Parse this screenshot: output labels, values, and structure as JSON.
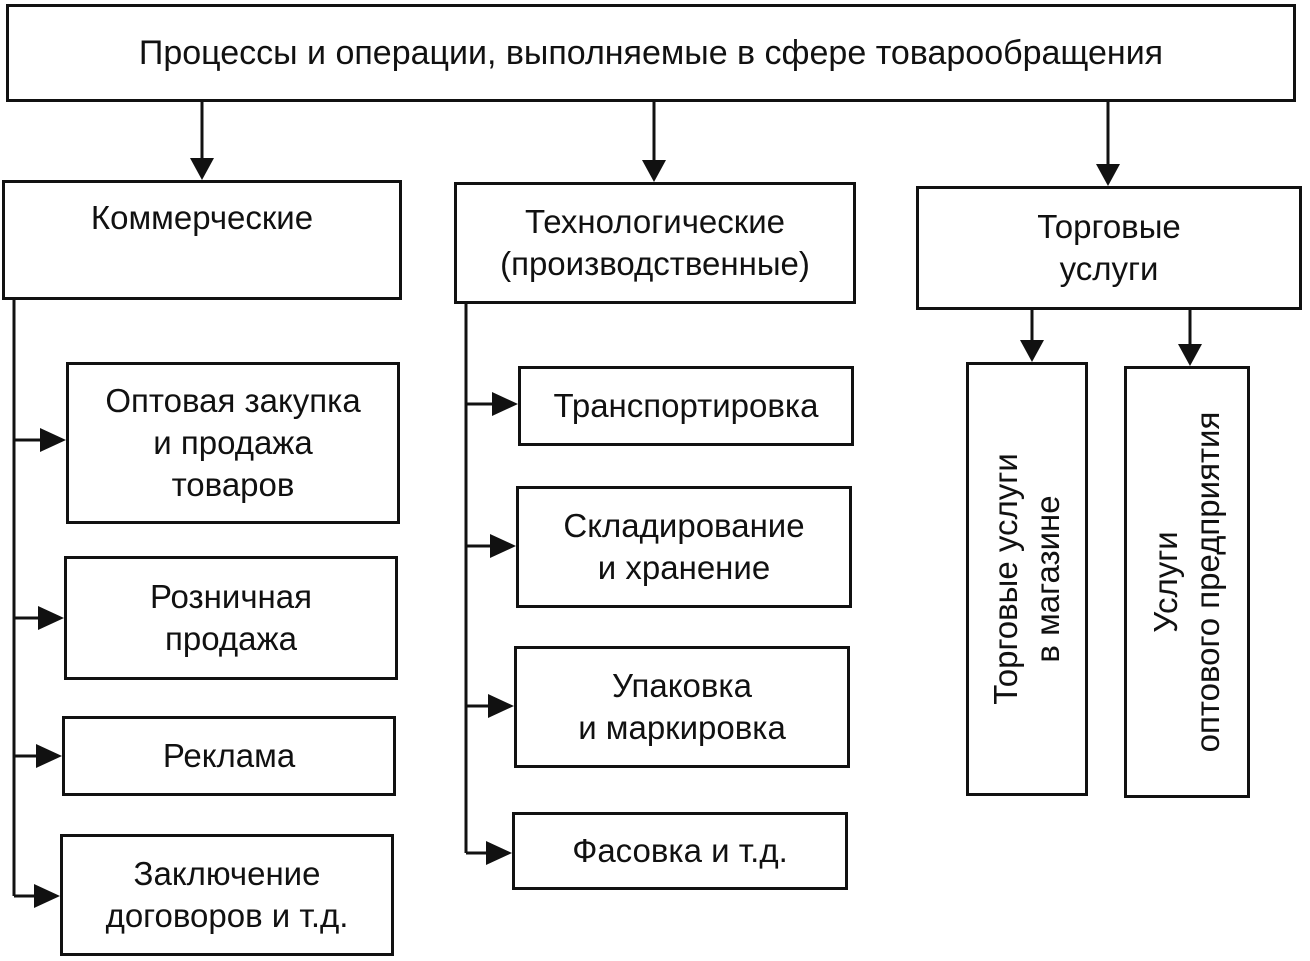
{
  "root": {
    "label": "Процессы и операции, выполняемые в сфере товарообращения"
  },
  "categories": [
    {
      "label_lines": [
        "Коммерческие"
      ]
    },
    {
      "label_lines": [
        "Технологические",
        "(производственные)"
      ]
    },
    {
      "label_lines": [
        "Торговые",
        "услуги"
      ]
    }
  ],
  "commercial_items": [
    {
      "lines": [
        "Оптовая закупка",
        "и продажа",
        "товаров"
      ]
    },
    {
      "lines": [
        "Розничная",
        "продажа"
      ]
    },
    {
      "lines": [
        "Реклама"
      ]
    },
    {
      "lines": [
        "Заключение",
        "договоров и т.д."
      ]
    }
  ],
  "technological_items": [
    {
      "lines": [
        "Транспортировка"
      ]
    },
    {
      "lines": [
        "Складирование",
        "и хранение"
      ]
    },
    {
      "lines": [
        "Упаковка",
        "и маркировка"
      ]
    },
    {
      "lines": [
        "Фасовка и т.д."
      ]
    }
  ],
  "trade_service_items": [
    {
      "lines": [
        "Торговые услуги",
        "в магазине"
      ]
    },
    {
      "lines": [
        "Услуги",
        "оптового предприятия"
      ]
    }
  ],
  "colors": {
    "line": "#111111",
    "background": "#ffffff"
  }
}
